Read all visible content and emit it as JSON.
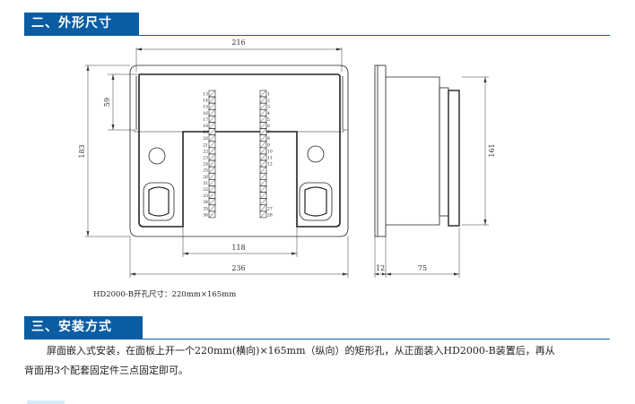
{
  "sections": {
    "dimensions_title": "二、外形尺寸",
    "install_title": "三、安装方式"
  },
  "drawing": {
    "dim_width_top": "216",
    "dim_height_left": "183",
    "dim_inner_height": "59",
    "dim_inner_width": "118",
    "dim_width_bottom": "236",
    "dim_side_height": "161",
    "dim_side_front": "12",
    "dim_side_depth": "75",
    "terminal_left_labels": [
      "13",
      "14",
      "15",
      "16",
      "17",
      "18",
      "19",
      "20",
      "21",
      "22",
      "23",
      "24",
      "25",
      "26",
      "31",
      "32",
      "33",
      "34",
      "35",
      "36"
    ],
    "terminal_right_labels": [
      "1",
      "2",
      "3",
      "4",
      "5",
      "6",
      "7",
      "8",
      "9",
      "10",
      "11",
      "12",
      "",
      "",
      "",
      "",
      "",
      "",
      "27",
      "28"
    ]
  },
  "cutout_note": "HD2000-B开孔尺寸：220mm×165mm",
  "install_text": {
    "line1": "屏面嵌入式安装，在面板上开一个220mm(横向)×165mm（纵向）的矩形孔，从正面装入HD2000-B装置后，再从",
    "line2": "背面用3个配套固定件三点固定即可。"
  },
  "colors": {
    "header_bg": "#0b5da3",
    "header_text": "#ffffff",
    "line": "#222222"
  }
}
